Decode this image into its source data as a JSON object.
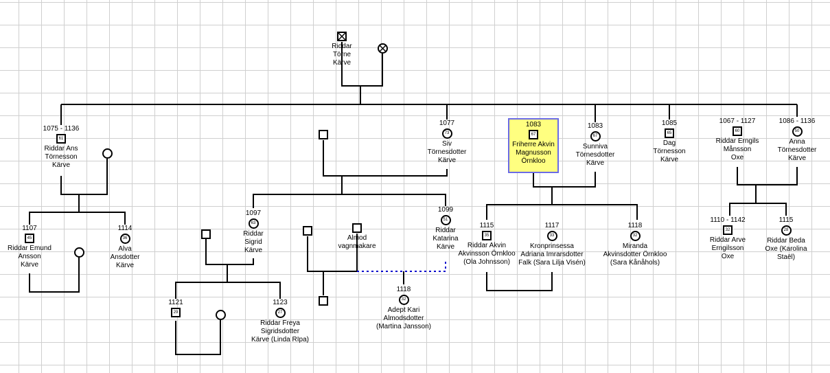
{
  "colors": {
    "line": "#000000",
    "dashed": "#0000cc",
    "highlight_fill": "#ffff80",
    "highlight_border": "#6a6ae6",
    "grid": "#cfcfcf"
  },
  "people": [
    {
      "id": "torne",
      "sex": "male",
      "deceased": true,
      "year": "",
      "num": "",
      "name": "Riddar\nTörne\nKärve"
    },
    {
      "id": "torne-wife",
      "sex": "female",
      "deceased": true,
      "year": "",
      "num": "",
      "name": ""
    },
    {
      "id": "ans",
      "sex": "male",
      "year": "1075 - 1136",
      "num": "61",
      "name": "Riddar Ans\nTörnesson\nKärve"
    },
    {
      "id": "ans-wife",
      "sex": "female",
      "year": "",
      "num": "",
      "name": ""
    },
    {
      "id": "emund",
      "sex": "male",
      "year": "1107",
      "num": "45",
      "name": "Riddar Emund\nAnsson\nKärve"
    },
    {
      "id": "emund-wife",
      "sex": "female",
      "year": "",
      "num": "",
      "name": ""
    },
    {
      "id": "alva",
      "sex": "female",
      "year": "1114",
      "num": "36",
      "name": "Alva\nAnsdotter\nKärve"
    },
    {
      "id": "siv-husband",
      "sex": "male",
      "year": "",
      "num": "",
      "name": ""
    },
    {
      "id": "siv",
      "sex": "female",
      "year": "1077",
      "num": "73",
      "name": "Siv\nTörnesdotter\nKärve"
    },
    {
      "id": "sigrid",
      "sex": "female",
      "year": "1097",
      "num": "63",
      "name": "Riddar\nSigrid\nKärve"
    },
    {
      "id": "sigrid-husband",
      "sex": "male",
      "year": "",
      "num": "",
      "name": ""
    },
    {
      "id": "sigrid-son",
      "sex": "male",
      "year": "1121",
      "num": "29",
      "name": ""
    },
    {
      "id": "sigrid-son-wife",
      "sex": "female",
      "year": "",
      "num": "",
      "name": ""
    },
    {
      "id": "freya",
      "sex": "female",
      "year": "1123",
      "num": "27",
      "name": "Riddar Freya\nSigridsdotter\nKärve (Linda RIpa)"
    },
    {
      "id": "katarina",
      "sex": "female",
      "year": "1099",
      "num": "51",
      "name": "Riddar\nKatarina\nKärve"
    },
    {
      "id": "katarina-husband",
      "sex": "male",
      "year": "",
      "num": "",
      "name": ""
    },
    {
      "id": "katarina-child",
      "sex": "male",
      "year": "",
      "num": "",
      "name": ""
    },
    {
      "id": "almod",
      "sex": "male",
      "year": "",
      "num": "",
      "name": "Almod\nvagnmakare"
    },
    {
      "id": "kari",
      "sex": "female",
      "year": "1118",
      "num": "32",
      "name": "Adept Kari\nAlmodsdotter\n(Martina Jansson)"
    },
    {
      "id": "akvin",
      "sex": "male",
      "year": "1083",
      "num": "67",
      "name": "Friherre Akvin\nMagnusson\nÖrnkloo",
      "highlight": true
    },
    {
      "id": "sunniva",
      "sex": "female",
      "year": "1083",
      "num": "67",
      "name": "Sunniva\nTörnesdotter\nKärve"
    },
    {
      "id": "akvin-jr",
      "sex": "male",
      "year": "1115",
      "num": "35",
      "name": "Riddar Akvin\nAkvinsson Örnkloo\n(Ola Johnsson)"
    },
    {
      "id": "adriana",
      "sex": "female",
      "year": "1117",
      "num": "33",
      "name": "Kronprinsessa\nAdriana Imrarsdotter\nFalk (Sara Lilja Visén)"
    },
    {
      "id": "miranda",
      "sex": "female",
      "year": "1118",
      "num": "32",
      "name": "Miranda\nAkvinsdotter Örnkloo\n(Sara Kånåhols)"
    },
    {
      "id": "dag",
      "sex": "male",
      "year": "1085",
      "num": "65",
      "name": "Dag\nTörnesson\nKärve"
    },
    {
      "id": "erngils",
      "sex": "male",
      "year": "1067 - 1127",
      "num": "60",
      "name": "Riddar Erngils\nMånsson\nOxe"
    },
    {
      "id": "anna",
      "sex": "female",
      "year": "1086 - 1136",
      "num": "50",
      "name": "Anna\nTörnesdotter\nKärve"
    },
    {
      "id": "arve",
      "sex": "male",
      "year": "1110 - 1142",
      "num": "32",
      "name": "Riddar Arve\nErngilsson\nOxe"
    },
    {
      "id": "beda",
      "sex": "female",
      "year": "1115",
      "num": "28",
      "name": "Riddar Beda\nOxe (Karolina\nStaël)"
    }
  ]
}
